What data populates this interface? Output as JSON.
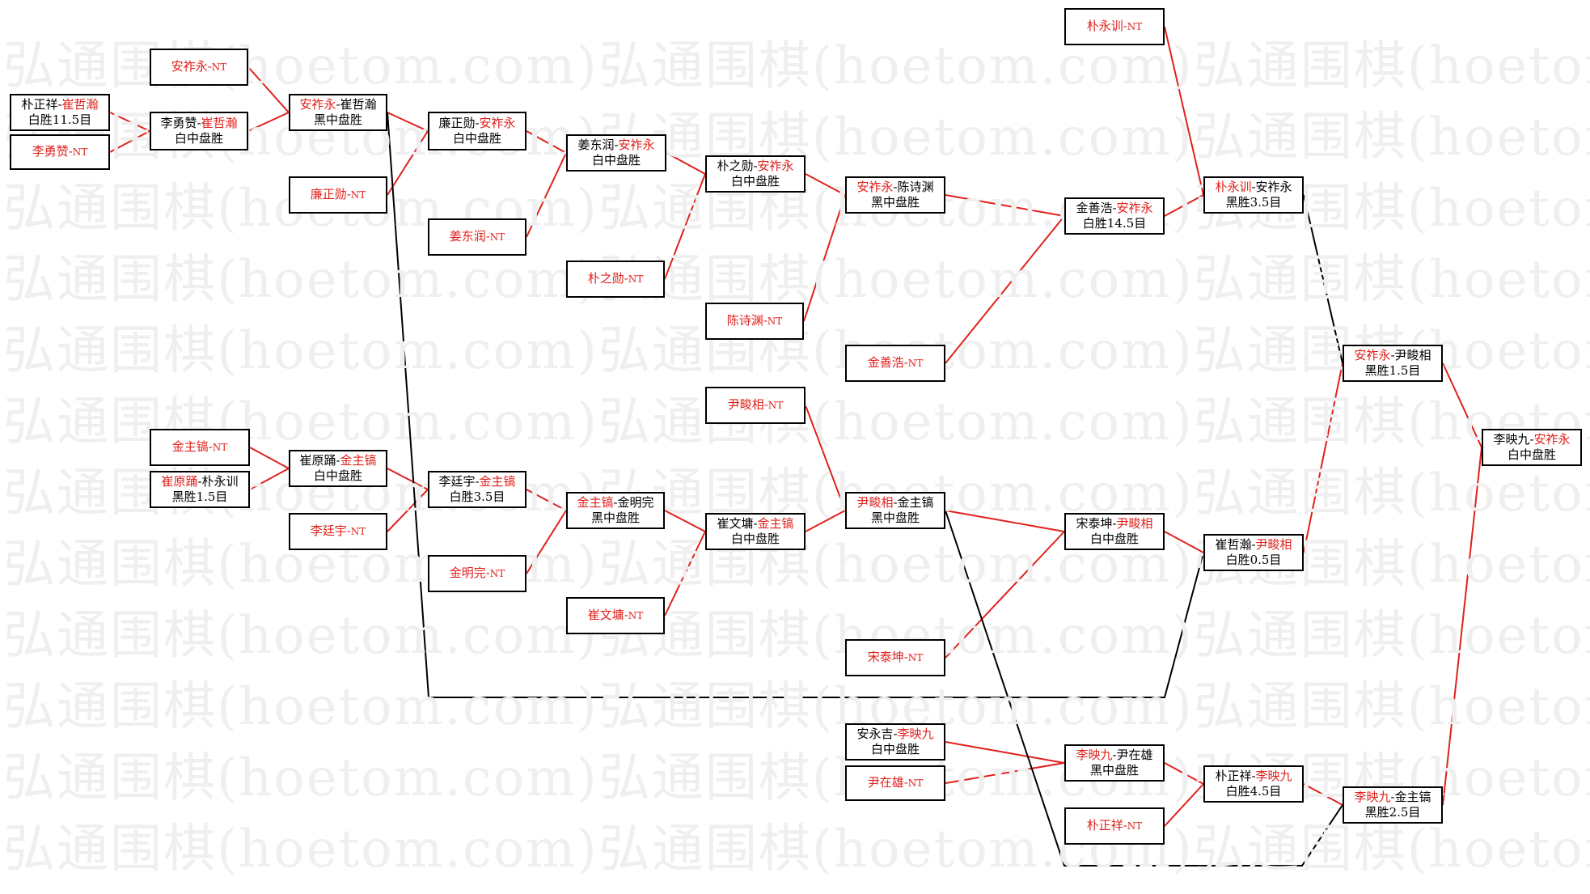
{
  "colors": {
    "winner": "#e0211c",
    "line_red": "#e0211c",
    "line_black": "#000000",
    "watermark": "#efefef"
  },
  "watermark": {
    "text": "弘通围棋(hoetom.com)弘通围棋(hoetom.com)弘通围棋(hoetom.com)"
  },
  "nodes": [
    {
      "id": "n1",
      "p1": "朴正祥",
      "sep": "-",
      "p2": "崔哲瀚",
      "win": 2,
      "result": "白胜11.5目"
    },
    {
      "id": "n2",
      "p1": "李勇赞",
      "sep": "-",
      "p2": "NT",
      "win": 1,
      "result": ""
    },
    {
      "id": "n3",
      "p1": "安祚永",
      "sep": "-",
      "p2": "NT",
      "win": 1,
      "result": ""
    },
    {
      "id": "n4",
      "p1": "李勇赞",
      "sep": "-",
      "p2": "崔哲瀚",
      "win": 2,
      "result": "白中盘胜"
    },
    {
      "id": "n5",
      "p1": "安祚永",
      "sep": "-",
      "p2": "崔哲瀚",
      "win": 1,
      "result": "黑中盘胜"
    },
    {
      "id": "n6",
      "p1": "廉正勋",
      "sep": "-",
      "p2": "NT",
      "win": 1,
      "result": ""
    },
    {
      "id": "n7",
      "p1": "廉正勋",
      "sep": "-",
      "p2": "安祚永",
      "win": 2,
      "result": "白中盘胜"
    },
    {
      "id": "n8",
      "p1": "姜东润",
      "sep": "-",
      "p2": "NT",
      "win": 1,
      "result": ""
    },
    {
      "id": "n9",
      "p1": "姜东润",
      "sep": "-",
      "p2": "安祚永",
      "win": 2,
      "result": "白中盘胜"
    },
    {
      "id": "n10",
      "p1": "朴之勋",
      "sep": "-",
      "p2": "NT",
      "win": 1,
      "result": ""
    },
    {
      "id": "n11",
      "p1": "朴之勋",
      "sep": "-",
      "p2": "安祚永",
      "win": 2,
      "result": "白中盘胜"
    },
    {
      "id": "n12",
      "p1": "陈诗渊",
      "sep": "-",
      "p2": "NT",
      "win": 1,
      "result": ""
    },
    {
      "id": "n13",
      "p1": "安祚永",
      "sep": "-",
      "p2": "陈诗渊",
      "win": 1,
      "result": "黑中盘胜"
    },
    {
      "id": "n14",
      "p1": "金善浩",
      "sep": "-",
      "p2": "NT",
      "win": 1,
      "result": ""
    },
    {
      "id": "n15",
      "p1": "金善浩",
      "sep": "-",
      "p2": "安祚永",
      "win": 2,
      "result": "白胜14.5目"
    },
    {
      "id": "n16",
      "p1": "朴永训",
      "sep": "-",
      "p2": "NT",
      "win": 1,
      "result": ""
    },
    {
      "id": "n17",
      "p1": "朴永训",
      "sep": "-",
      "p2": "安祚永",
      "win": 1,
      "result": "黑胜3.5目"
    },
    {
      "id": "n18",
      "p1": "金主镐",
      "sep": "-",
      "p2": "NT",
      "win": 1,
      "result": ""
    },
    {
      "id": "n19",
      "p1": "崔原踊",
      "sep": "-",
      "p2": "朴永训",
      "win": 1,
      "result": "黑胜1.5目"
    },
    {
      "id": "n20",
      "p1": "崔原踊",
      "sep": "-",
      "p2": "金主镐",
      "win": 2,
      "result": "白中盘胜"
    },
    {
      "id": "n21",
      "p1": "李廷宇",
      "sep": "-",
      "p2": "NT",
      "win": 1,
      "result": ""
    },
    {
      "id": "n22",
      "p1": "李廷宇",
      "sep": "-",
      "p2": "金主镐",
      "win": 2,
      "result": "白胜3.5目"
    },
    {
      "id": "n23",
      "p1": "金主镐",
      "sep": "-",
      "p2": "金明完",
      "win": 1,
      "result": "黑中盘胜"
    },
    {
      "id": "n24",
      "p1": "金明完",
      "sep": "-",
      "p2": "NT",
      "win": 1,
      "result": ""
    },
    {
      "id": "n25",
      "p1": "崔文墉",
      "sep": "-",
      "p2": "NT",
      "win": 1,
      "result": ""
    },
    {
      "id": "n26",
      "p1": "崔文墉",
      "sep": "-",
      "p2": "金主镐",
      "win": 2,
      "result": "白中盘胜"
    },
    {
      "id": "n27",
      "p1": "尹畯相",
      "sep": "-",
      "p2": "NT",
      "win": 1,
      "result": ""
    },
    {
      "id": "n28",
      "p1": "尹畯相",
      "sep": "-",
      "p2": "金主镐",
      "win": 1,
      "result": "黑中盘胜"
    },
    {
      "id": "n29",
      "p1": "宋泰坤",
      "sep": "-",
      "p2": "NT",
      "win": 1,
      "result": ""
    },
    {
      "id": "n30",
      "p1": "宋泰坤",
      "sep": "-",
      "p2": "尹畯相",
      "win": 2,
      "result": "白中盘胜"
    },
    {
      "id": "n31",
      "p1": "崔哲瀚",
      "sep": "-",
      "p2": "尹畯相",
      "win": 2,
      "result": "白胜0.5目"
    },
    {
      "id": "n32",
      "p1": "安祚永",
      "sep": "-",
      "p2": "尹畯相",
      "win": 1,
      "result": "黑胜1.5目"
    },
    {
      "id": "n33",
      "p1": "李映九",
      "sep": "-",
      "p2": "安祚永",
      "win": 2,
      "result": "白中盘胜"
    },
    {
      "id": "n34",
      "p1": "安永吉",
      "sep": "-",
      "p2": "李映九",
      "win": 2,
      "result": "白中盘胜"
    },
    {
      "id": "n35",
      "p1": "尹在雄",
      "sep": "-",
      "p2": "NT",
      "win": 1,
      "result": ""
    },
    {
      "id": "n36",
      "p1": "李映九",
      "sep": "-",
      "p2": "尹在雄",
      "win": 1,
      "result": "黑中盘胜"
    },
    {
      "id": "n37",
      "p1": "朴正祥",
      "sep": "-",
      "p2": "NT",
      "win": 1,
      "result": ""
    },
    {
      "id": "n38",
      "p1": "朴正祥",
      "sep": "-",
      "p2": "李映九",
      "win": 2,
      "result": "白胜4.5目"
    },
    {
      "id": "n39",
      "p1": "李映九",
      "sep": "-",
      "p2": "金主镐",
      "win": 1,
      "result": "黑胜2.5目"
    }
  ],
  "edges": [
    {
      "from": "n1",
      "to": "n4",
      "color": "red"
    },
    {
      "from": "n2",
      "to": "n4",
      "color": "red"
    },
    {
      "from": "n3",
      "to": "n5",
      "color": "red"
    },
    {
      "from": "n4",
      "to": "n5",
      "color": "red"
    },
    {
      "from": "n5",
      "to": "n7",
      "color": "red"
    },
    {
      "from": "n6",
      "to": "n7",
      "color": "red"
    },
    {
      "from": "n7",
      "to": "n9",
      "color": "red"
    },
    {
      "from": "n8",
      "to": "n9",
      "color": "red"
    },
    {
      "from": "n9",
      "to": "n11",
      "color": "red"
    },
    {
      "from": "n10",
      "to": "n11",
      "color": "red"
    },
    {
      "from": "n11",
      "to": "n13",
      "color": "red"
    },
    {
      "from": "n12",
      "to": "n13",
      "color": "red"
    },
    {
      "from": "n13",
      "to": "n15",
      "color": "red"
    },
    {
      "from": "n14",
      "to": "n15",
      "color": "red"
    },
    {
      "from": "n15",
      "to": "n17",
      "color": "red"
    },
    {
      "from": "n16",
      "to": "n17",
      "color": "red"
    },
    {
      "from": "n18",
      "to": "n20",
      "color": "red"
    },
    {
      "from": "n19",
      "to": "n20",
      "color": "red"
    },
    {
      "from": "n20",
      "to": "n22",
      "color": "red"
    },
    {
      "from": "n21",
      "to": "n22",
      "color": "red"
    },
    {
      "from": "n22",
      "to": "n23",
      "color": "red"
    },
    {
      "from": "n24",
      "to": "n23",
      "color": "red"
    },
    {
      "from": "n23",
      "to": "n26",
      "color": "red"
    },
    {
      "from": "n25",
      "to": "n26",
      "color": "red"
    },
    {
      "from": "n26",
      "to": "n28",
      "color": "red"
    },
    {
      "from": "n27",
      "to": "n28",
      "color": "red"
    },
    {
      "from": "n28",
      "to": "n30",
      "color": "red"
    },
    {
      "from": "n29",
      "to": "n30",
      "color": "red"
    },
    {
      "from": "n30",
      "to": "n31",
      "color": "red"
    },
    {
      "from": "n31",
      "to": "n32",
      "color": "red"
    },
    {
      "from": "n17",
      "to": "n32",
      "color": "black"
    },
    {
      "from": "n32",
      "to": "n33",
      "color": "red"
    },
    {
      "from": "n34",
      "to": "n36",
      "color": "red"
    },
    {
      "from": "n35",
      "to": "n36",
      "color": "red"
    },
    {
      "from": "n36",
      "to": "n38",
      "color": "red"
    },
    {
      "from": "n37",
      "to": "n38",
      "color": "red"
    },
    {
      "from": "n38",
      "to": "n39",
      "color": "red"
    },
    {
      "from": "n39",
      "to": "n33",
      "color": "red"
    }
  ]
}
